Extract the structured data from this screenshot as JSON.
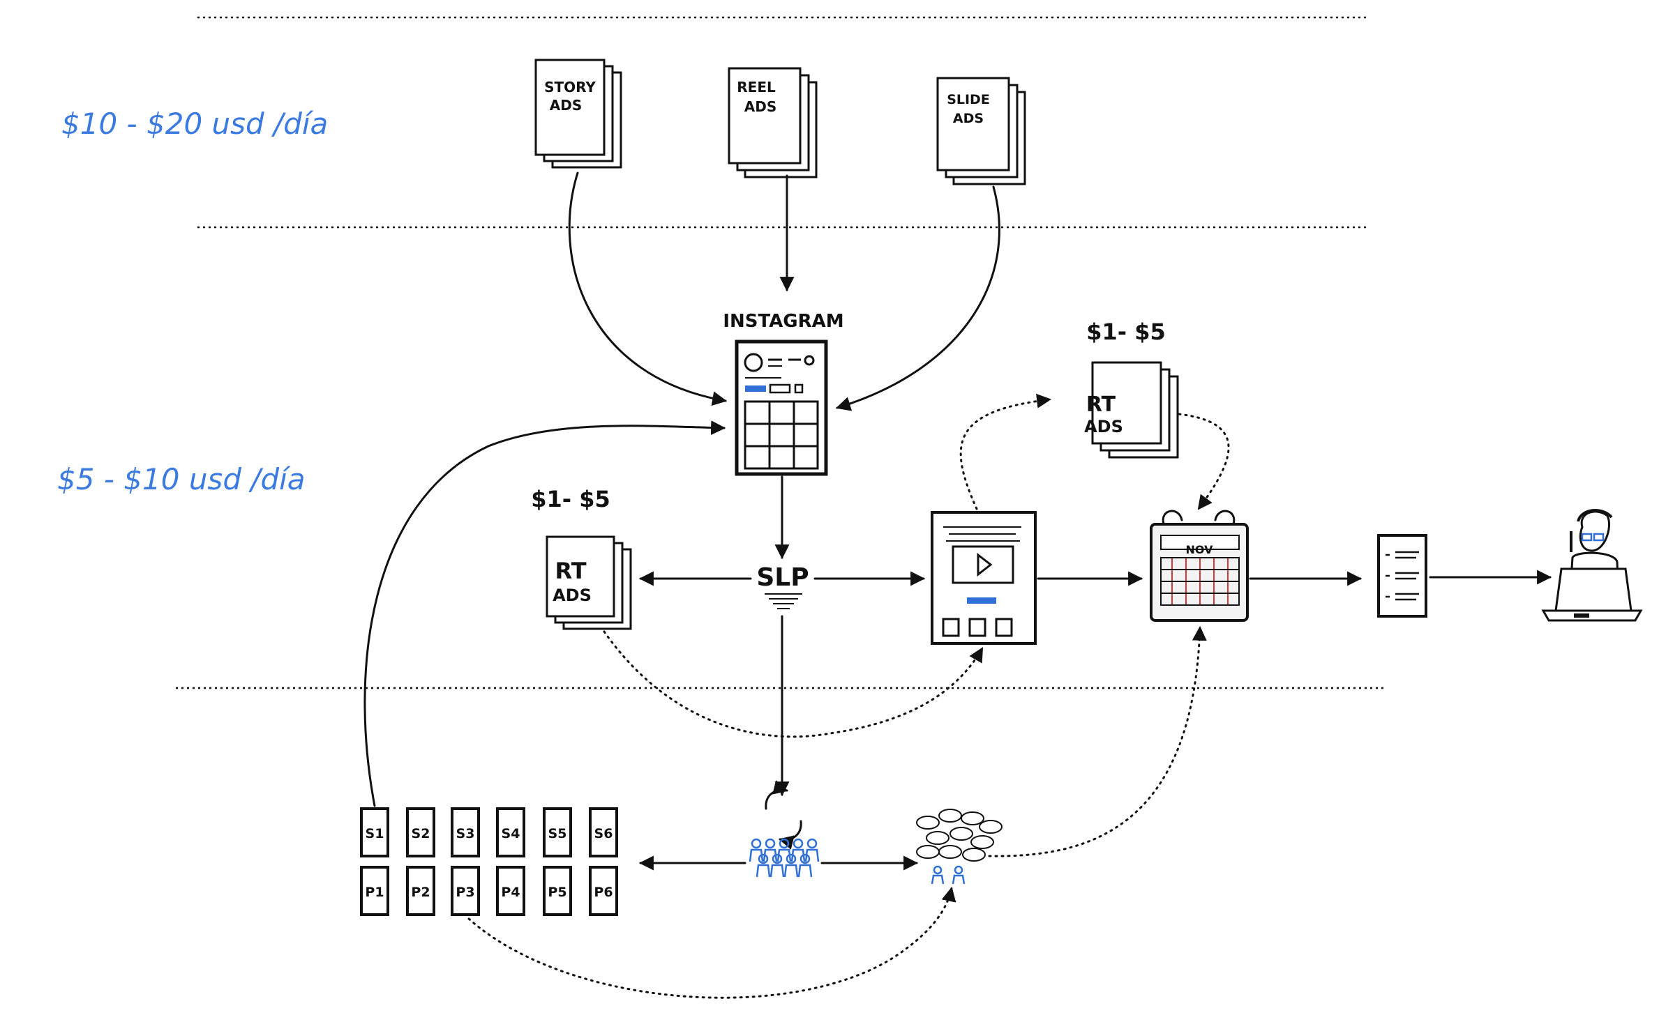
{
  "budgets": {
    "top": "$10 - $20 usd /día",
    "middle": "$5 - $10 usd /día"
  },
  "ad_sources": {
    "story": [
      "STORY",
      "ADS"
    ],
    "reel": [
      "REEL",
      "ADS"
    ],
    "slide": [
      "SLIDE",
      "ADS"
    ]
  },
  "instagram": {
    "label": "INSTAGRAM"
  },
  "retargeting": {
    "upper_budget": "$1- $5",
    "upper_label": [
      "RT",
      "ADS"
    ],
    "lower_budget": "$1- $5",
    "lower_label": [
      "RT",
      "ADS"
    ]
  },
  "slp": {
    "label": "SLP"
  },
  "calendar": {
    "month": "NOV"
  },
  "stories": [
    "S1",
    "S2",
    "S3",
    "S4",
    "S5",
    "S6"
  ],
  "posts": [
    "P1",
    "P2",
    "P3",
    "P4",
    "P5",
    "P6"
  ],
  "colors": {
    "budget": "#3b7be0",
    "ink": "#111111",
    "accent": "#2f6fd6",
    "calendar_grid": "#d23b3b"
  }
}
